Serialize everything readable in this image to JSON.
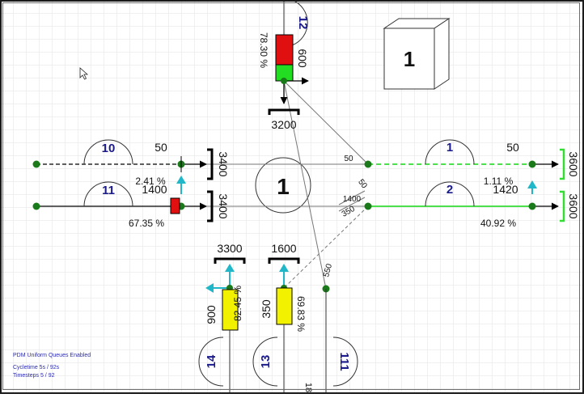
{
  "canvas": {
    "grid": true,
    "background": "#ffffff",
    "grid_color": "#dcdcdc"
  },
  "status": {
    "mode": "PDM Uniform Queues Enabled",
    "cycletime": "Cycletime 5s / 92s",
    "timesteps": "Timesteps 5 / 92"
  },
  "intersection": {
    "label": "1"
  },
  "cube": {
    "label": "1"
  },
  "arms": [
    {
      "id": "10",
      "flow": "50",
      "ratio": "2.41 %",
      "queue": "3400"
    },
    {
      "id": "11",
      "flow": "1400",
      "ratio": "67.35 %",
      "queue": "3400"
    },
    {
      "id": "1",
      "flow": "50",
      "ratio": "1.11 %",
      "queue": "3600"
    },
    {
      "id": "2",
      "flow": "1420",
      "ratio": "40.92 %",
      "queue": "3600"
    },
    {
      "id": "12",
      "flow": "600",
      "ratio": "78.30 %",
      "queue": "3200"
    },
    {
      "id": "14",
      "flow": "900",
      "ratio": "82.45 %",
      "queue": "3300"
    },
    {
      "id": "13",
      "flow": "350",
      "ratio": "69.83 %",
      "queue": "1600"
    },
    {
      "id": "111",
      "flow": "550",
      "ratio": "",
      "queue": ""
    }
  ],
  "link_labels": {
    "top_line": "50",
    "main_line": "1400",
    "diag_50": "50",
    "diag_350": "350",
    "diag_550": "550",
    "bottom_cut": "18"
  },
  "colors": {
    "signal_red": "#e01010",
    "signal_green": "#22dd22",
    "signal_yellow": "#f2f200",
    "node_green": "#1a7a1a",
    "link_green": "#33dd33",
    "arrow_cyan": "#20b8c8",
    "label_navy": "#1a1a8a"
  }
}
